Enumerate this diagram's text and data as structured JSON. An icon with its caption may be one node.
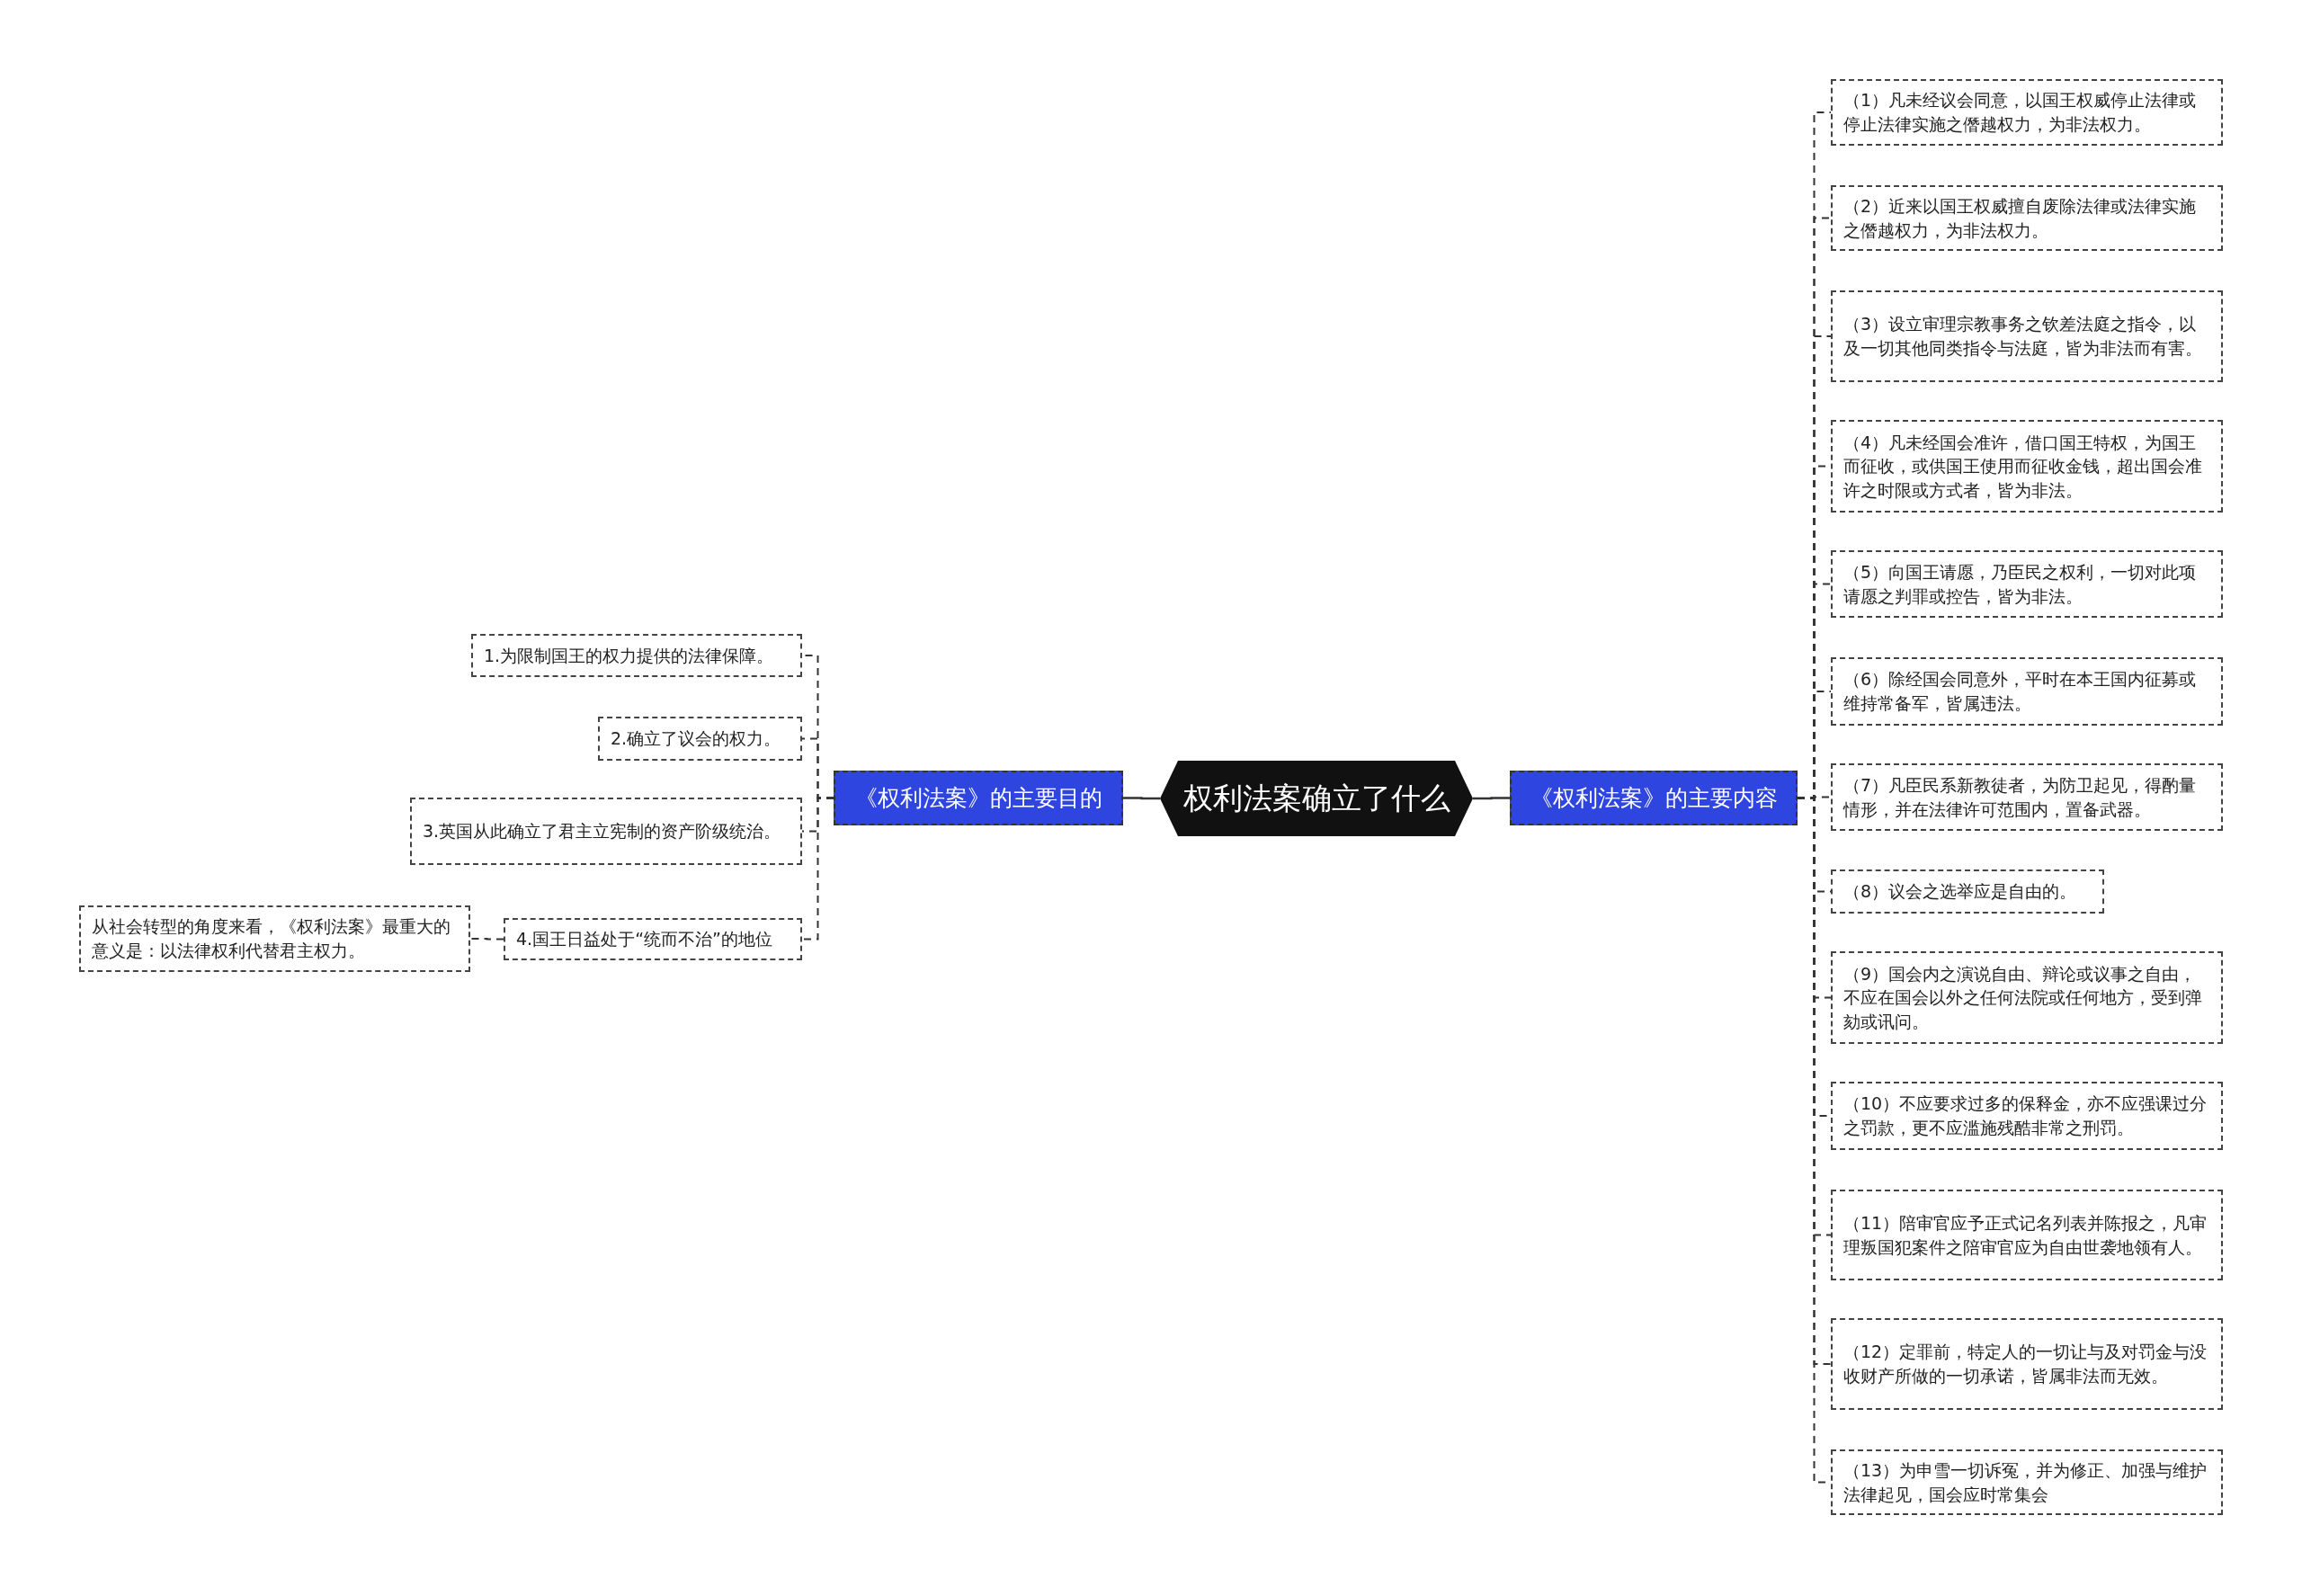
{
  "diagram": {
    "nodes": [
      {
        "text": [
          "权利法案确立了什么"
        ]
      },
      {
        "text": [
          "《权利法案》的主要目的"
        ]
      },
      {
        "text": [
          "1.为限制国王的权力提供的法律保障。"
        ]
      },
      {
        "text": [
          "2.确立了议会的权力。"
        ]
      },
      {
        "text": [
          "3.英国从此确立了君主立宪制的资产阶级统治。"
        ]
      },
      {
        "text": [
          "4.国王日益处于“统而不治”的地位"
        ]
      },
      {
        "text": [
          "从社会转型的角度来看，《权利法案》最重大的意义是：以法律权利代替君主权力。"
        ]
      },
      {
        "text": [
          "《权利法案》的主要内容"
        ]
      },
      {
        "text": [
          "（1）凡未经议会同意，以国王权威停止法律或停止法律实施之僭越权力，为非法权力。"
        ]
      },
      {
        "text": [
          "（2）近来以国王权威擅自废除法律或法律实施之僭越权力，为非法权力。"
        ]
      },
      {
        "text": [
          "（3）设立审理宗教事务之钦差法庭之指令，以及一切其他同类指令与法庭，皆为非法而有害。"
        ]
      },
      {
        "text": [
          "（4）凡未经国会准许，借口国王特权，为国王而征收，或供国王使用而征收金钱，超出国会准许之时限或方式者，皆为非法。"
        ]
      },
      {
        "text": [
          "（5）向国王请愿，乃臣民之权利，一切对此项请愿之判罪或控告，皆为非法。"
        ]
      },
      {
        "text": [
          "（6）除经国会同意外，平时在本王国内征募或维持常备军，皆属违法。"
        ]
      },
      {
        "text": [
          "（7）凡臣民系新教徒者，为防卫起见，得酌量情形，并在法律许可范围内，置备武器。"
        ]
      },
      {
        "text": [
          "（8）议会之选举应是自由的。"
        ]
      },
      {
        "text": [
          "（9）国会内之演说自由、辩论或议事之自由，不应在国会以外之任何法院或任何地方，受到弹劾或讯问。"
        ]
      },
      {
        "text": [
          "（10）不应要求过多的保释金，亦不应强课过分之罚款，更不应滥施残酷非常之刑罚。"
        ]
      },
      {
        "text": [
          "（11）陪审官应予正式记名列表并陈报之，凡审理叛国犯案件之陪审官应为自由世袭地领有人。"
        ]
      },
      {
        "text": [
          "（12）定罪前，特定人的一切让与及对罚金与没收财产所做的一切承诺，皆属非法而无效。"
        ]
      },
      {
        "text": [
          "（13）为申雪一切诉冤，并为修正、加强与维护法律起见，国会应时常集会"
        ]
      }
    ],
    "edges": [
      {
        "from": 0,
        "to": 1,
        "arrow": "none"
      },
      {
        "from": 1,
        "to": 2,
        "arrow": "none",
        "style": "dashed"
      },
      {
        "from": 1,
        "to": 3,
        "arrow": "none",
        "style": "dashed"
      },
      {
        "from": 1,
        "to": 4,
        "arrow": "none",
        "style": "dashed"
      },
      {
        "from": 1,
        "to": 5,
        "arrow": "none",
        "style": "dashed"
      },
      {
        "from": 5,
        "to": 6,
        "arrow": "none",
        "style": "dashed"
      },
      {
        "from": 0,
        "to": 7,
        "arrow": "none"
      },
      {
        "from": 7,
        "to": 8,
        "arrow": "none",
        "style": "dashed"
      },
      {
        "from": 7,
        "to": 9,
        "arrow": "none",
        "style": "dashed"
      },
      {
        "from": 7,
        "to": 10,
        "arrow": "none",
        "style": "dashed"
      },
      {
        "from": 7,
        "to": 11,
        "arrow": "none",
        "style": "dashed"
      },
      {
        "from": 7,
        "to": 12,
        "arrow": "none",
        "style": "dashed"
      },
      {
        "from": 7,
        "to": 13,
        "arrow": "none",
        "style": "dashed"
      },
      {
        "from": 7,
        "to": 14,
        "arrow": "none",
        "style": "dashed"
      },
      {
        "from": 7,
        "to": 15,
        "arrow": "none",
        "style": "dashed"
      },
      {
        "from": 7,
        "to": 16,
        "arrow": "none",
        "style": "dashed"
      },
      {
        "from": 7,
        "to": 17,
        "arrow": "none",
        "style": "dashed"
      },
      {
        "from": 7,
        "to": 18,
        "arrow": "none",
        "style": "dashed"
      },
      {
        "from": 7,
        "to": 19,
        "arrow": "none",
        "style": "dashed"
      },
      {
        "from": 7,
        "to": 20,
        "arrow": "none",
        "style": "dashed"
      }
    ]
  }
}
